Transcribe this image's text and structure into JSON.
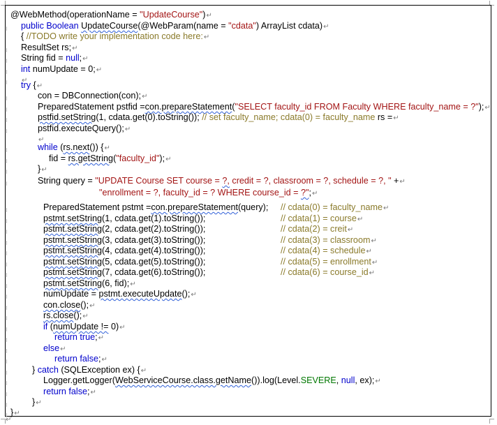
{
  "document": {
    "paragraph_mark": "↵",
    "lines": [
      {
        "segments": [
          {
            "t": "@WebMethod(operationName = ",
            "c": ""
          },
          {
            "t": "\"UpdateCourse\"",
            "c": "str"
          },
          {
            "t": ")",
            "c": ""
          }
        ]
      },
      {
        "segments": [
          {
            "t": "public Boolean ",
            "c": "kw"
          },
          {
            "t": "UpdateCourse",
            "c": "sq"
          },
          {
            "t": "(@WebParam(name = ",
            "c": ""
          },
          {
            "t": "\"cdata\"",
            "c": "str"
          },
          {
            "t": ") ArrayList cdata)",
            "c": ""
          }
        ]
      },
      {
        "segments": [
          {
            "t": "{ ",
            "c": ""
          },
          {
            "t": "//TODO write your implementation code here:",
            "c": "cm"
          }
        ]
      },
      {
        "segments": [
          {
            "t": "ResultSet rs;",
            "c": ""
          }
        ]
      },
      {
        "segments": [
          {
            "t": "String fid = ",
            "c": ""
          },
          {
            "t": "null",
            "c": "kw"
          },
          {
            "t": ";",
            "c": ""
          }
        ]
      },
      {
        "segments": [
          {
            "t": "int",
            "c": "kw"
          },
          {
            "t": " numUpdate = 0;",
            "c": ""
          }
        ]
      },
      {
        "segments": []
      },
      {
        "segments": [
          {
            "t": "try",
            "c": "kw"
          },
          {
            "t": " {",
            "c": ""
          }
        ]
      },
      {
        "segments": [
          {
            "t": "con = DBConnection(con);",
            "c": ""
          }
        ]
      },
      {
        "segments": [
          {
            "t": "PreparedStatement pstfid =",
            "c": ""
          },
          {
            "t": "con.prepareStatement",
            "c": "sq"
          },
          {
            "t": "(",
            "c": ""
          },
          {
            "t": "\"SELECT faculty_id FROM Faculty WHERE faculty_name = ?\"",
            "c": "str"
          },
          {
            "t": ");",
            "c": ""
          }
        ]
      },
      {
        "segments": [
          {
            "t": "pstfid.setString",
            "c": "sq"
          },
          {
            "t": "(1, cdata.get(0).toString()); ",
            "c": ""
          },
          {
            "t": "// set faculty_name; cdata(0) = faculty_name",
            "c": "cm"
          },
          {
            "t": " rs =",
            "c": ""
          }
        ]
      },
      {
        "segments": [
          {
            "t": "pstfid.executeQuery();",
            "c": ""
          }
        ]
      },
      {
        "segments": []
      },
      {
        "segments": [
          {
            "t": "while",
            "c": "kw"
          },
          {
            "t": " (",
            "c": ""
          },
          {
            "t": "rs.next",
            "c": "sq"
          },
          {
            "t": "()) {",
            "c": ""
          }
        ]
      },
      {
        "segments": [
          {
            "t": "fid = ",
            "c": ""
          },
          {
            "t": "rs.getString",
            "c": "sq"
          },
          {
            "t": "(",
            "c": ""
          },
          {
            "t": "\"faculty_id\"",
            "c": "str"
          },
          {
            "t": ");",
            "c": ""
          }
        ]
      },
      {
        "segments": [
          {
            "t": "}",
            "c": ""
          }
        ]
      },
      {
        "segments": [
          {
            "t": "String query = ",
            "c": ""
          },
          {
            "t": "\"UPDATE Course SET course = ",
            "c": "str"
          },
          {
            "t": "?,",
            "c": "str sq"
          },
          {
            "t": " credit = ?, classroom = ?, schedule = ?, \"",
            "c": "str"
          },
          {
            "t": " +",
            "c": ""
          }
        ]
      },
      {
        "segments": [
          {
            "t": "\"enrollment = ?, faculty_id = ? WHERE course_id = ",
            "c": "str"
          },
          {
            "t": "?\"",
            "c": "str sq"
          },
          {
            "t": ";",
            "c": ""
          }
        ]
      },
      {
        "segments": [
          {
            "t": "PreparedStatement pstmt =",
            "c": ""
          },
          {
            "t": "con.prepareStatement",
            "c": "sq"
          },
          {
            "t": "(query);",
            "c": ""
          }
        ],
        "comment": "// cdata(0) = faculty_name"
      },
      {
        "segments": [
          {
            "t": "pstmt.setString",
            "c": "sq"
          },
          {
            "t": "(1, cdata.get(1).toString());",
            "c": ""
          }
        ],
        "comment": "// cdata(1) = course"
      },
      {
        "segments": [
          {
            "t": "pstmt.setString",
            "c": "sq"
          },
          {
            "t": "(2, cdata.get(2).toString());",
            "c": ""
          }
        ],
        "comment": "// cdata(2) = creit"
      },
      {
        "segments": [
          {
            "t": "pstmt.setString",
            "c": "sq"
          },
          {
            "t": "(3, cdata.get(3).toString());",
            "c": ""
          }
        ],
        "comment": "// cdata(3) = classroom"
      },
      {
        "segments": [
          {
            "t": "pstmt.setString",
            "c": "sq"
          },
          {
            "t": "(4, cdata.get(4).toString());",
            "c": ""
          }
        ],
        "comment": "// cdata(4) = schedule"
      },
      {
        "segments": [
          {
            "t": "pstmt.setString",
            "c": "sq"
          },
          {
            "t": "(5, cdata.get(5).toString());",
            "c": ""
          }
        ],
        "comment": "// cdata(5) = enrollment"
      },
      {
        "segments": [
          {
            "t": "pstmt.setString",
            "c": "sq"
          },
          {
            "t": "(7, cdata.get(6).toString());",
            "c": ""
          }
        ],
        "comment": "// cdata(6) = course_id"
      },
      {
        "segments": [
          {
            "t": "pstmt.setString",
            "c": "sq"
          },
          {
            "t": "(6, fid);",
            "c": ""
          }
        ]
      },
      {
        "segments": [
          {
            "t": "numUpdate = ",
            "c": ""
          },
          {
            "t": "pstmt.executeUpdate",
            "c": "sq"
          },
          {
            "t": "();",
            "c": ""
          }
        ]
      },
      {
        "segments": [
          {
            "t": "con.close",
            "c": "sq"
          },
          {
            "t": "();",
            "c": ""
          }
        ]
      },
      {
        "segments": [
          {
            "t": "rs.close",
            "c": "sq"
          },
          {
            "t": "();",
            "c": ""
          }
        ]
      },
      {
        "segments": [
          {
            "t": "if",
            "c": "kw"
          },
          {
            "t": " (",
            "c": ""
          },
          {
            "t": "numUpdate !=",
            "c": "sq"
          },
          {
            "t": " 0)",
            "c": ""
          }
        ]
      },
      {
        "segments": [
          {
            "t": "return true",
            "c": "kw"
          },
          {
            "t": ";",
            "c": ""
          }
        ]
      },
      {
        "segments": [
          {
            "t": "else",
            "c": "kw"
          }
        ]
      },
      {
        "segments": [
          {
            "t": "return false",
            "c": "kw"
          },
          {
            "t": ";",
            "c": ""
          }
        ]
      },
      {
        "segments": [
          {
            "t": "} ",
            "c": ""
          },
          {
            "t": "catch",
            "c": "kw"
          },
          {
            "t": " (SQLException ex) {",
            "c": ""
          }
        ]
      },
      {
        "segments": [
          {
            "t": "Logger.getLogger(",
            "c": ""
          },
          {
            "t": "WebServiceCourse.class.getName",
            "c": "sq"
          },
          {
            "t": "()).log(Level.",
            "c": ""
          },
          {
            "t": "SEVERE",
            "c": "grn"
          },
          {
            "t": ", ",
            "c": ""
          },
          {
            "t": "null",
            "c": "kw"
          },
          {
            "t": ", ex);",
            "c": ""
          }
        ]
      },
      {
        "segments": [
          {
            "t": "return false",
            "c": "kw"
          },
          {
            "t": ";",
            "c": ""
          }
        ]
      },
      {
        "segments": [
          {
            "t": "}",
            "c": ""
          }
        ]
      },
      {
        "segments": [
          {
            "t": "}",
            "c": ""
          }
        ]
      }
    ]
  }
}
